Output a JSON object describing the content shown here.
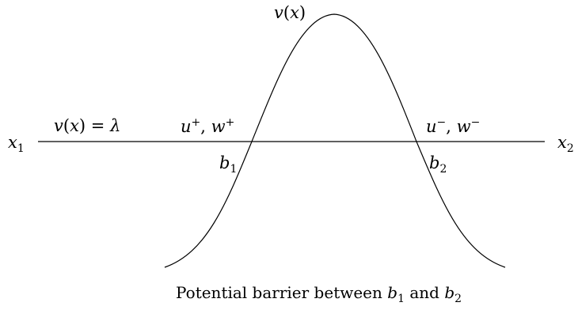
{
  "labels": {
    "curve_label": {
      "fn": "v",
      "open": "(",
      "var": "x",
      "close": ")"
    },
    "level": {
      "fn": "v",
      "open": "(",
      "var": "x",
      "close": ")",
      "eq": " = ",
      "lam": "λ"
    },
    "x1": {
      "base": "x",
      "sub": "1"
    },
    "x2": {
      "base": "x",
      "sub": "2"
    },
    "left_pair": {
      "a": "u",
      "a_sup": "+",
      "sep": ", ",
      "b": "w",
      "b_sup": "+"
    },
    "right_pair": {
      "a": "u",
      "a_sup": "−",
      "sep": ", ",
      "b": "w",
      "b_sup": "−"
    },
    "b1": {
      "base": "b",
      "sub": "1"
    },
    "b2": {
      "base": "b",
      "sub": "2"
    }
  },
  "caption": {
    "text": "Potential barrier between ",
    "b1_base": "b",
    "b1_sub": "1",
    "and": " and ",
    "b2_base": "b",
    "b2_sub": "2"
  },
  "colors": {
    "stroke": "#000000",
    "background": "#ffffff"
  }
}
